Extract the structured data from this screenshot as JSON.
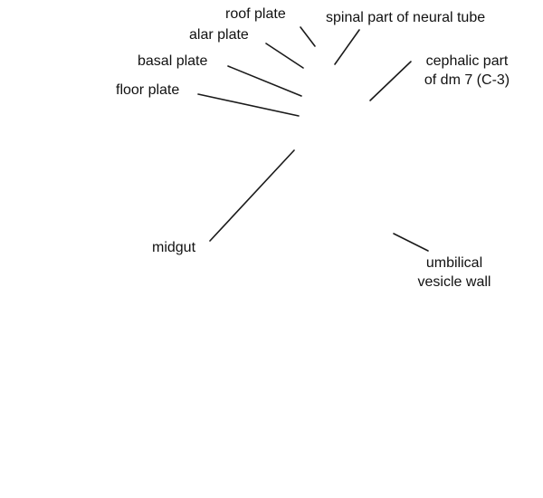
{
  "labels": {
    "roof_plate": "roof plate",
    "spinal_part": "spinal part of neural tube",
    "alar_plate": "alar plate",
    "cephalic_part_line1": "cephalic part",
    "cephalic_part_line2": "of dm 7 (C-3)",
    "basal_plate": "basal plate",
    "floor_plate": "floor plate",
    "midgut": "midgut",
    "umbilical_line1": "umbilical",
    "umbilical_line2": "vesicle wall"
  },
  "colors": {
    "background": "#ffffff",
    "line": "#1a1a1a",
    "text": "#111111"
  }
}
